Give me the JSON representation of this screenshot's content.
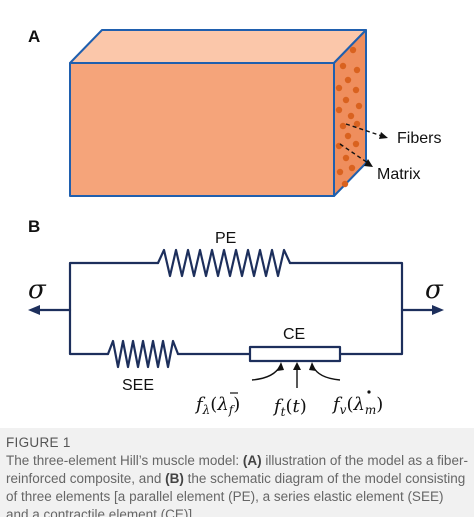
{
  "panels": {
    "a": {
      "label": "A",
      "fibers_label": "Fibers",
      "matrix_label": "Matrix"
    },
    "b": {
      "label": "B",
      "pe_label": "PE",
      "ce_label": "CE",
      "see_label": "SEE",
      "sigma_left": "σ",
      "sigma_right": "σ",
      "f_lambda": {
        "f": "f",
        "sub": "λ",
        "open": "(",
        "arg": "λ",
        "arg_sub": "f",
        "close": ")"
      },
      "f_t": {
        "f": "f",
        "sub": "t",
        "open": "(",
        "arg": "t",
        "close": ")"
      },
      "f_v": {
        "f": "f",
        "sub": "v",
        "open": "(",
        "arg": "λ",
        "arg_sub": "m",
        "close": ")"
      }
    }
  },
  "caption": {
    "figure_label": "FIGURE 1",
    "t1": "The three-element Hill’s muscle model: ",
    "b1": "(A)",
    "t2": " illustration of the model as a fiber-reinforced composite, and ",
    "b2": "(B)",
    "t3": " the schematic diagram of the model consisting of three elements [a parallel element (PE), a series elastic element (SEE) and a contractile element (CE)]."
  },
  "colors": {
    "box_front": "#f5a47a",
    "box_top": "#fbc7aa",
    "box_side": "#ef8e5d",
    "box_edge": "#1f5fae",
    "fiber_dot": "#d9621f",
    "circuit": "#1d2f5c"
  }
}
